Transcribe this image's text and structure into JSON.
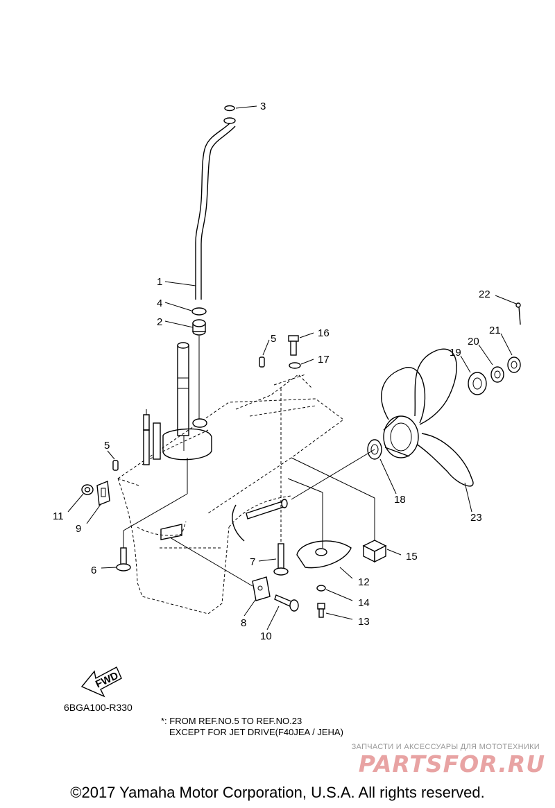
{
  "diagram": {
    "callouts": [
      "1",
      "2",
      "3",
      "4",
      "5",
      "5",
      "6",
      "7",
      "8",
      "9",
      "10",
      "11",
      "12",
      "13",
      "14",
      "15",
      "16",
      "17",
      "18",
      "19",
      "20",
      "21",
      "22",
      "23"
    ],
    "fwd_label": "FWD",
    "diagram_code": "6BGA100-R330",
    "notes": [
      "*: FROM REF.NO.5 TO REF.NO.23",
      "EXCEPT FOR JET DRIVE(F40JEA / JEHA)"
    ]
  },
  "watermark": {
    "tagline": "ЗАПЧАСТИ И АКСЕССУАРЫ ДЛЯ МОТОТЕХНИКИ",
    "logo": "PARTSFOR.RU"
  },
  "copyright": "©2017 Yamaha Motor Corporation, U.S.A. All rights reserved."
}
